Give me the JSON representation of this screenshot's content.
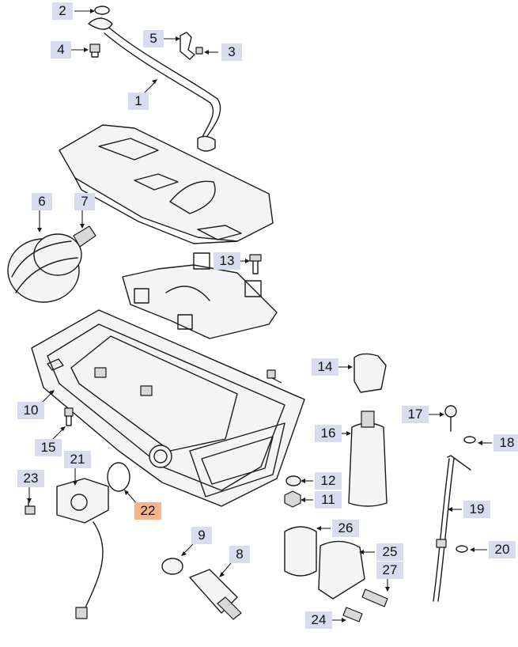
{
  "diagram": {
    "callouts": [
      {
        "id": "c2",
        "text": "2"
      },
      {
        "id": "c4",
        "text": "4"
      },
      {
        "id": "c5",
        "text": "5"
      },
      {
        "id": "c3",
        "text": "3"
      },
      {
        "id": "c1",
        "text": "1"
      },
      {
        "id": "c6",
        "text": "6"
      },
      {
        "id": "c7",
        "text": "7"
      },
      {
        "id": "c13",
        "text": "13"
      },
      {
        "id": "c14",
        "text": "14"
      },
      {
        "id": "c10",
        "text": "10"
      },
      {
        "id": "c17",
        "text": "17"
      },
      {
        "id": "c16",
        "text": "16"
      },
      {
        "id": "c18",
        "text": "18"
      },
      {
        "id": "c15",
        "text": "15"
      },
      {
        "id": "c21",
        "text": "21"
      },
      {
        "id": "c23",
        "text": "23"
      },
      {
        "id": "c12",
        "text": "12"
      },
      {
        "id": "c11",
        "text": "11"
      },
      {
        "id": "c22",
        "text": "22"
      },
      {
        "id": "c19",
        "text": "19"
      },
      {
        "id": "c9",
        "text": "9"
      },
      {
        "id": "c26",
        "text": "26"
      },
      {
        "id": "c8",
        "text": "8"
      },
      {
        "id": "c25",
        "text": "25"
      },
      {
        "id": "c20",
        "text": "20"
      },
      {
        "id": "c27",
        "text": "27"
      },
      {
        "id": "c24",
        "text": "24"
      }
    ],
    "highlighted_callout": "22",
    "colors": {
      "label_bg": "#d9dcef",
      "highlight_bg": "#f6b48a",
      "line": "#1a1a1a"
    }
  }
}
